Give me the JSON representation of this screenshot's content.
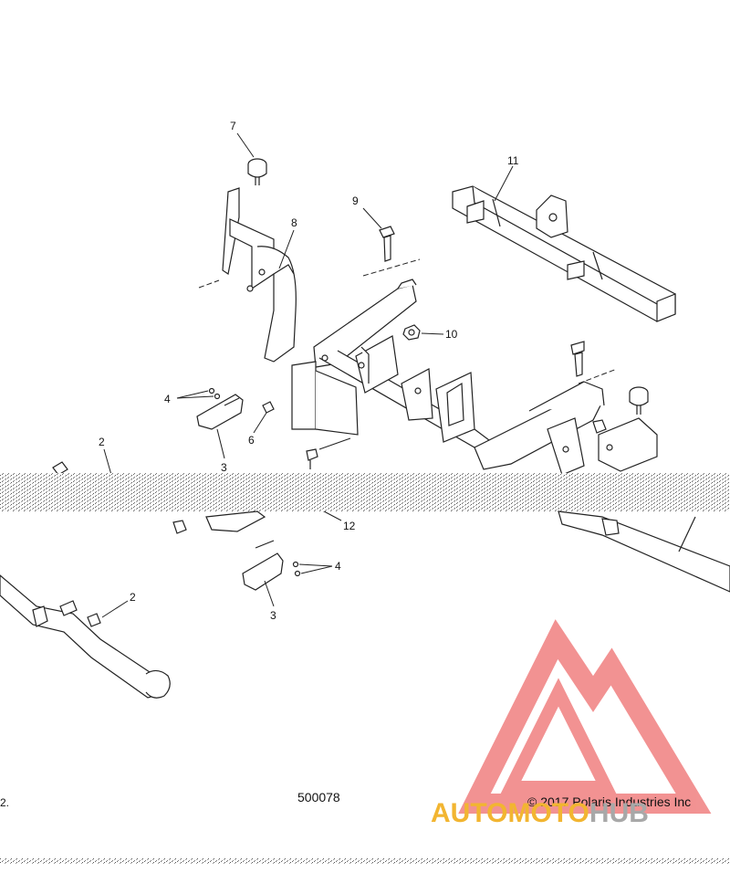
{
  "callouts": {
    "c1": "7",
    "c2": "8",
    "c3": "9",
    "c4": "11",
    "c5": "10",
    "c6": "4",
    "c7": "6",
    "c8": "3",
    "c9": "2",
    "c10": "12",
    "c11": "4",
    "c12": "2",
    "c13": "3"
  },
  "footer": {
    "part_number": "500078",
    "copyright": "© 2017 Polaris Industries Inc",
    "left_stub": "2."
  },
  "watermark": {
    "part1": "AUTO",
    "part2": "MOTO",
    "part3": "HUB",
    "colors": {
      "accent": "#f2b531",
      "grey": "#a8a8a8",
      "logo": "#f08080"
    }
  }
}
